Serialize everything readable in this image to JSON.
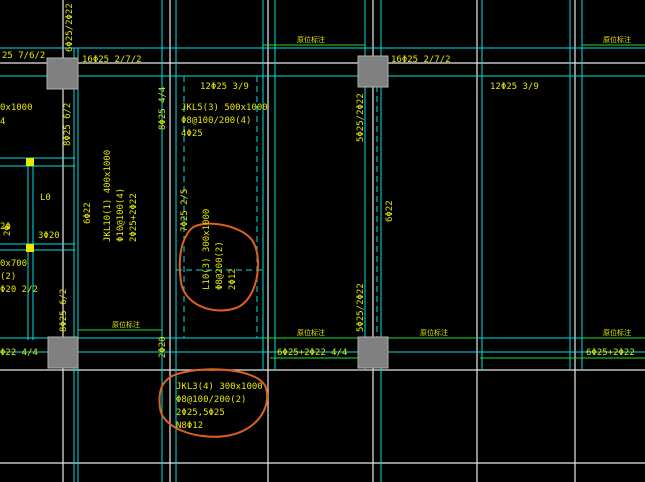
{
  "labels": {
    "top_left_vert": "6Φ25/2Φ22",
    "top_left_small": "25 7/6/2",
    "t1": "16Φ25 2/7/2",
    "t2": "16Φ25 2/7/2",
    "t3": "12Φ25 3/9",
    "t4": "12Φ25 3/9",
    "left_a": "0x1000",
    "left_b": "4",
    "v_8_25_6_2_top": "8Φ25 6/2",
    "v_8_25_4_4": "8Φ25 4/4",
    "jkl5_1": "JKL5(3) 500x1000",
    "jkl5_2": "Φ8@100/200(4)",
    "jkl5_3": "4Φ25",
    "v_5_25_2_22": "5Φ25/2Φ22",
    "v_6_22_mid": "6Φ22",
    "jkl10_1": "JKL10(1) 400x1000",
    "jkl10_2": "Φ10@100(4)",
    "jkl10_3": "2Φ25+2Φ22",
    "v_6_22_left": "6Φ22",
    "lo": "L0",
    "s_3_20": "3Φ20",
    "left_c": "0x700",
    "left_d": "(2)",
    "left_e": "Φ20 2/2",
    "left_f": "2Φ",
    "v_7_25_2_5": "7Φ25 2/5",
    "l10_1": "L10(3) 300x1000",
    "l10_2": "Φ8@200(2)",
    "l10_3": "2Φ12",
    "v_8_25_6_2_bot": "8Φ25 6/2",
    "v_2_20": "2Φ20",
    "v_5_25_2_22_bot": "5Φ25/2Φ22",
    "b_left": "Φ22 4/4",
    "b_mid": "6Φ25+2Φ22 4/4",
    "b_right": "6Φ25+2Φ22",
    "jkl3_1": "JKL3(4) 300x1000",
    "jkl3_2": "Φ8@100/200(2)",
    "jkl3_3": "2Φ25,5Φ25",
    "jkl3_4": "N8Φ12",
    "green_tag": "原位标注"
  },
  "colors": {
    "background": "#000000",
    "text": "#e6e600",
    "axis": "#e8e8e8",
    "beam": "#00e0e0",
    "dim": "#22dd22",
    "column": "#808080",
    "markup": "#e06020"
  }
}
